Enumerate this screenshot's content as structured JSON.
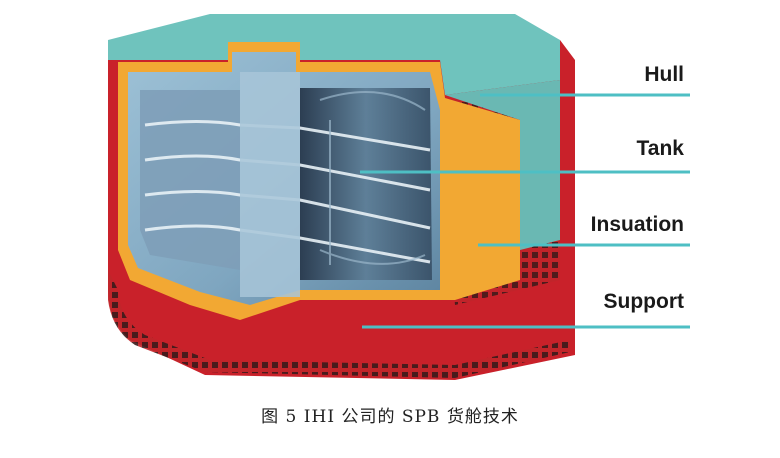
{
  "labels": {
    "hull": "Hull",
    "tank": "Tank",
    "insulation": "Insuation",
    "support": "Support"
  },
  "caption": "图 5 IHI 公司的 SPB 货舱技术",
  "colors": {
    "hull_red": "#d8262b",
    "hull_teal": "#6fc3bd",
    "tank_blue": "#8ab2cc",
    "insulation_yellow": "#f2a833",
    "leader_line": "#4ebfc4",
    "background": "#ffffff"
  }
}
